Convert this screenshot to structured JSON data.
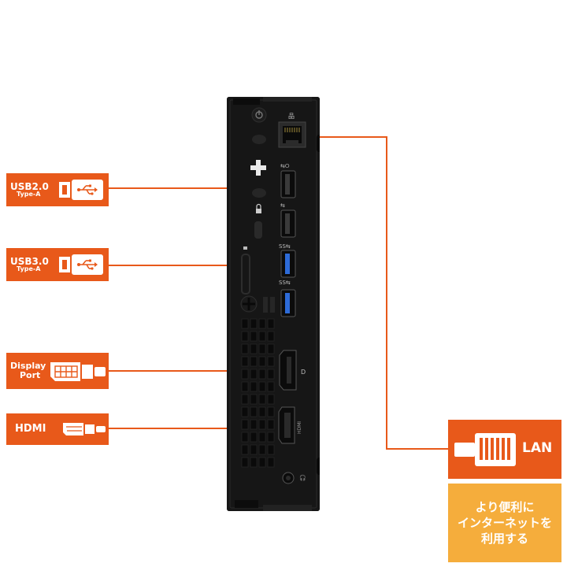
{
  "ports": {
    "usb2": {
      "main": "USB2.0",
      "sub": "Type-A"
    },
    "usb3": {
      "main": "USB3.0",
      "sub": "Type-A"
    },
    "displayport": {
      "line1": "Display",
      "line2": "Port"
    },
    "hdmi": {
      "main": "HDMI"
    },
    "lan": {
      "main": "LAN"
    }
  },
  "lan_note": {
    "line1": "より便利に",
    "line2": "インターネットを",
    "line3": "利用する"
  },
  "colors": {
    "accent": "#e8591a",
    "note_bg": "#f5ad3c",
    "device": "#141414",
    "usb3_port": "#2d6bd8"
  },
  "icons": {
    "usb": "usb-connector-icon",
    "displayport": "displayport-connector-icon",
    "hdmi": "hdmi-connector-icon",
    "lan": "ethernet-connector-icon"
  }
}
